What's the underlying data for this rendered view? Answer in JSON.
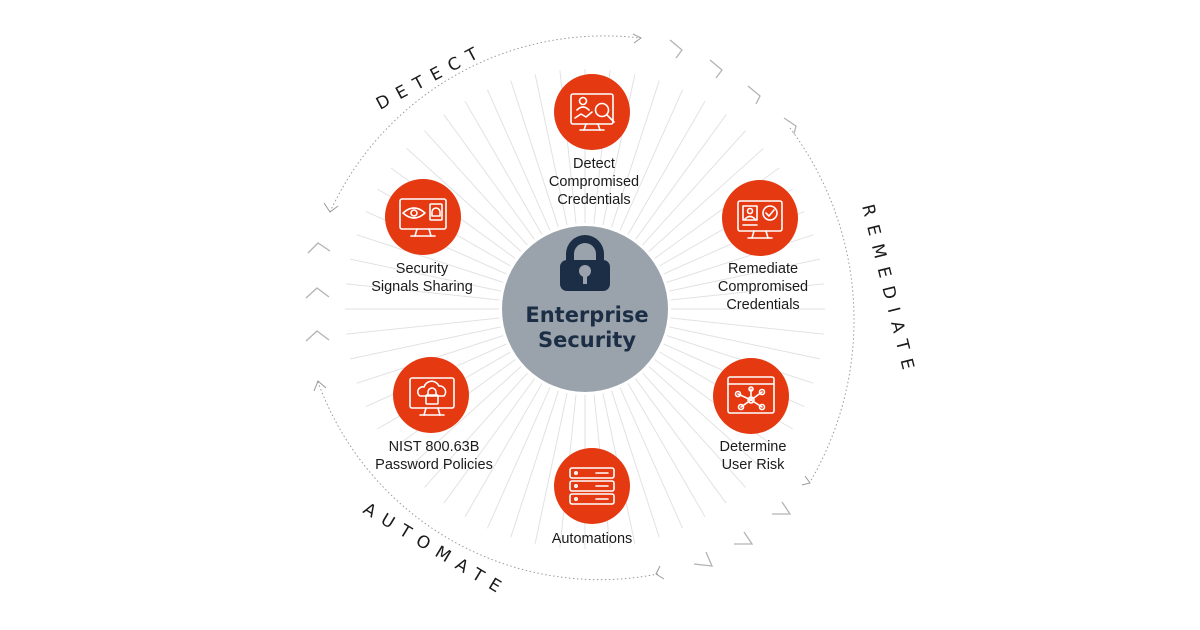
{
  "colors": {
    "node": "#e53912",
    "center": "#9aa3ac",
    "center_text": "#1c2e45"
  },
  "center": {
    "icon": "padlock-icon",
    "line1": "Enterprise",
    "line2": "Security"
  },
  "phases": {
    "detect": "DETECT",
    "remediate": "REMEDIATE",
    "automate": "AUTOMATE"
  },
  "nodes": [
    {
      "icon": "monitor-user-search-icon",
      "lines": [
        "Detect",
        "Compromised",
        "Credentials"
      ]
    },
    {
      "icon": "monitor-user-check-icon",
      "lines": [
        "Remediate",
        "Compromised",
        "Credentials"
      ]
    },
    {
      "icon": "network-risk-icon",
      "lines": [
        "Determine",
        "User Risk"
      ]
    },
    {
      "icon": "server-stack-icon",
      "lines": [
        "Automations"
      ]
    },
    {
      "icon": "monitor-cloud-lock-icon",
      "lines": [
        "NIST 800.63B",
        "Password Policies"
      ]
    },
    {
      "icon": "monitor-eye-alert-icon",
      "lines": [
        "Security",
        "Signals Sharing"
      ]
    }
  ]
}
